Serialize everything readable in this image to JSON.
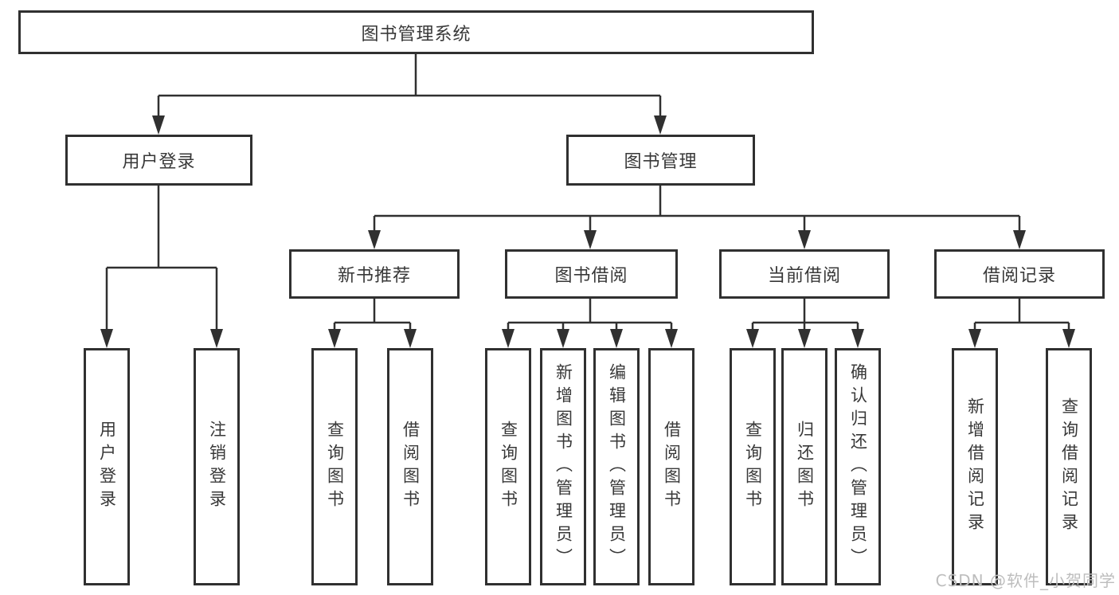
{
  "nodes": {
    "root": {
      "label": "图书管理系统"
    },
    "user_login": {
      "label": "用户登录"
    },
    "book_management": {
      "label": "图书管理"
    },
    "new_book_recommend": {
      "label": "新书推荐"
    },
    "book_borrow": {
      "label": "图书借阅"
    },
    "current_borrow": {
      "label": "当前借阅"
    },
    "borrow_records": {
      "label": "借阅记录"
    },
    "leaf_user_login": {
      "label": "用户登录"
    },
    "leaf_logout": {
      "label": "注销登录"
    },
    "leaf_query_book_recommend": {
      "label": "查询图书"
    },
    "leaf_borrow_book_recommend": {
      "label": "借阅图书"
    },
    "leaf_query_book_borrow": {
      "label": "查询图书"
    },
    "leaf_add_book_admin": {
      "label": "新增图书（管理员）"
    },
    "leaf_edit_book_admin": {
      "label": "编辑图书（管理员）"
    },
    "leaf_borrow_book_borrow": {
      "label": "借阅图书"
    },
    "leaf_query_book_current": {
      "label": "查询图书"
    },
    "leaf_return_book": {
      "label": "归还图书"
    },
    "leaf_confirm_return_admin": {
      "label": "确认归还（管理员）"
    },
    "leaf_add_borrow_record": {
      "label": "新增借阅记录"
    },
    "leaf_query_borrow_record": {
      "label": "查询借阅记录"
    }
  },
  "hierarchy": [
    {
      "parent": "图书管理系统",
      "children": [
        "用户登录",
        "图书管理"
      ]
    },
    {
      "parent": "用户登录",
      "children": [
        "用户登录",
        "注销登录"
      ]
    },
    {
      "parent": "图书管理",
      "children": [
        "新书推荐",
        "图书借阅",
        "当前借阅",
        "借阅记录"
      ]
    },
    {
      "parent": "新书推荐",
      "children": [
        "查询图书",
        "借阅图书"
      ]
    },
    {
      "parent": "图书借阅",
      "children": [
        "查询图书",
        "新增图书（管理员）",
        "编辑图书（管理员）",
        "借阅图书"
      ]
    },
    {
      "parent": "当前借阅",
      "children": [
        "查询图书",
        "归还图书",
        "确认归还（管理员）"
      ]
    },
    {
      "parent": "借阅记录",
      "children": [
        "新增借阅记录",
        "查询借阅记录"
      ]
    }
  ],
  "watermark": {
    "text": "CSDN @软件_小贺同学",
    "color": "#bdbdbd"
  },
  "colors": {
    "background": "#ffffff",
    "line": "#303030",
    "text": "#383838",
    "box_fill": "#ffffff"
  }
}
